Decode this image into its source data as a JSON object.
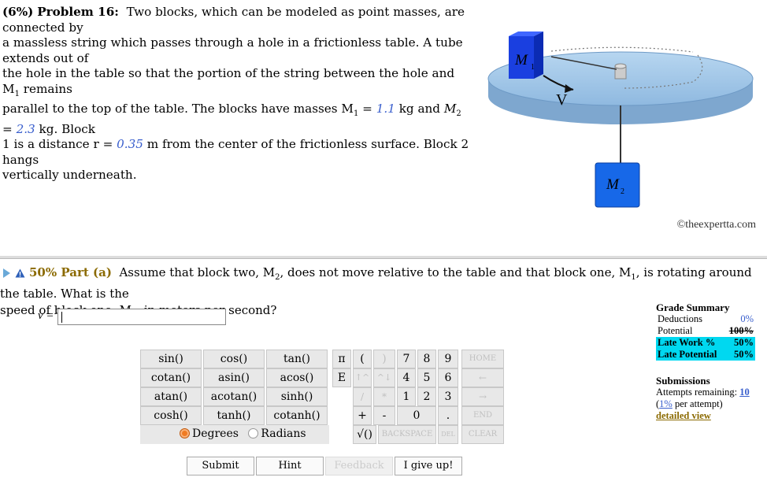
{
  "problem": {
    "weight": "(6%)",
    "title": "Problem 16:",
    "text1": "Two blocks, which can be modeled as point masses, are connected by",
    "text2": "a massless string which passes through a hole in a frictionless table. A tube extends out of",
    "text3": "the hole in the table so that the portion of the string between the hole and M",
    "text3b": " remains",
    "text4": "parallel to the top of the table. The blocks have masses M",
    "m1": "1.1",
    "m2": "2.3",
    "text5": "1 is a distance r = ",
    "r": "0.35",
    "text5b": " m from the center of the frictionless surface. Block 2 hangs",
    "text6": "vertically underneath."
  },
  "figure": {
    "m1_label": "M",
    "m1_sub": "1",
    "m2_label": "M",
    "m2_sub": "2",
    "v_label": "V",
    "credit": "©theexpertta.com",
    "colors": {
      "block": "#1a3fe0",
      "table": "#a9cbe8",
      "table_edge": "#7ea7cf"
    }
  },
  "part": {
    "label": "50% Part (a)",
    "text": "Assume that block two, M",
    "text_b": ", does not move relative to the table and that block one, M",
    "text_c": ", is rotating around the table. What is the",
    "text2": "speed of block one, M",
    "text2b": ", in meters per second?"
  },
  "answer": {
    "var_label": "v = ",
    "value": ""
  },
  "grade": {
    "title": "Grade Summary",
    "deductions_label": "Deductions",
    "deductions_value": "0%",
    "potential_label": "Potential",
    "potential_value": "100%",
    "late_work_label": "Late Work %",
    "late_work_value": "50%",
    "late_potential_label": "Late Potential",
    "late_potential_value": "50%",
    "submissions_title": "Submissions",
    "attempts_label": "Attempts remaining: ",
    "attempts_value": "10",
    "per_attempt_pre": "(",
    "per_attempt_value": "1%",
    "per_attempt_post": " per attempt)",
    "detailed_view": "detailed view"
  },
  "functions": [
    [
      "sin()",
      "cos()",
      "tan()"
    ],
    [
      "cotan()",
      "asin()",
      "acos()"
    ],
    [
      "atan()",
      "acotan()",
      "sinh()"
    ],
    [
      "cosh()",
      "tanh()",
      "cotanh()"
    ]
  ],
  "angle": {
    "degrees": "Degrees",
    "radians": "Radians",
    "selected": "Degrees"
  },
  "keypad": {
    "pi": "π",
    "lparen": "(",
    "rparen": ")",
    "k7": "7",
    "k8": "8",
    "k9": "9",
    "home": "HOME",
    "e": "E",
    "uparrow": "↑^",
    "downarrow": "^↓",
    "k4": "4",
    "k5": "5",
    "k6": "6",
    "back": "←",
    "slash": "/",
    "star": "*",
    "k1": "1",
    "k2": "2",
    "k3": "3",
    "fwd": "→",
    "plus": "+",
    "minus": "-",
    "k0": "0",
    "dot": ".",
    "end": "END",
    "sqrt": "√()",
    "backspace": "BACKSPACE",
    "del": "DEL",
    "clear": "CLEAR"
  },
  "actions": {
    "submit": "Submit",
    "hint": "Hint",
    "feedback": "Feedback",
    "giveup": "I give up!"
  }
}
